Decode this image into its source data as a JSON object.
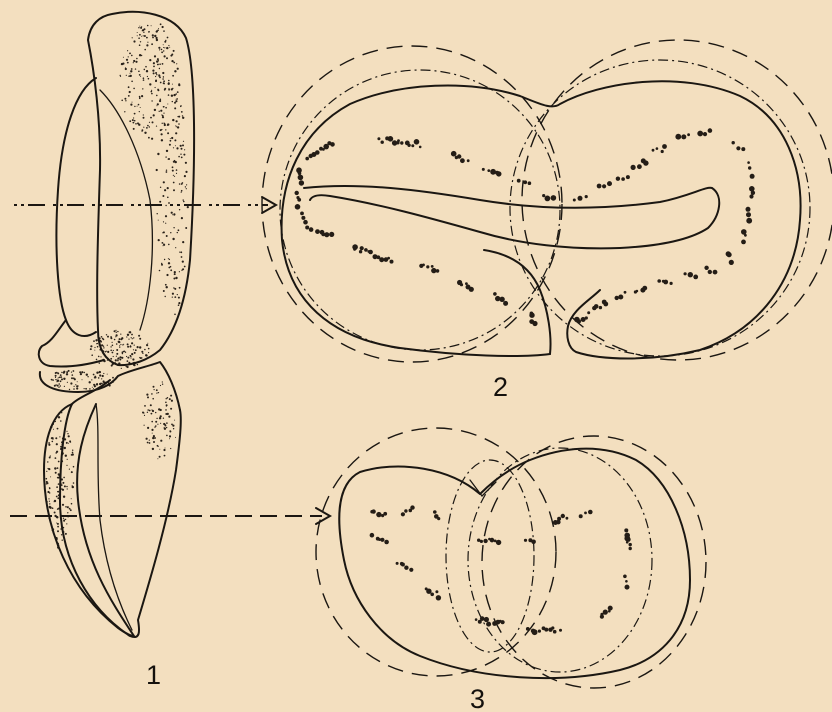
{
  "figures": [
    {
      "number": "1"
    },
    {
      "number": "2"
    },
    {
      "number": "3"
    }
  ],
  "colors": {
    "paper": "#f3dfbf",
    "ink": "#1b1712"
  }
}
